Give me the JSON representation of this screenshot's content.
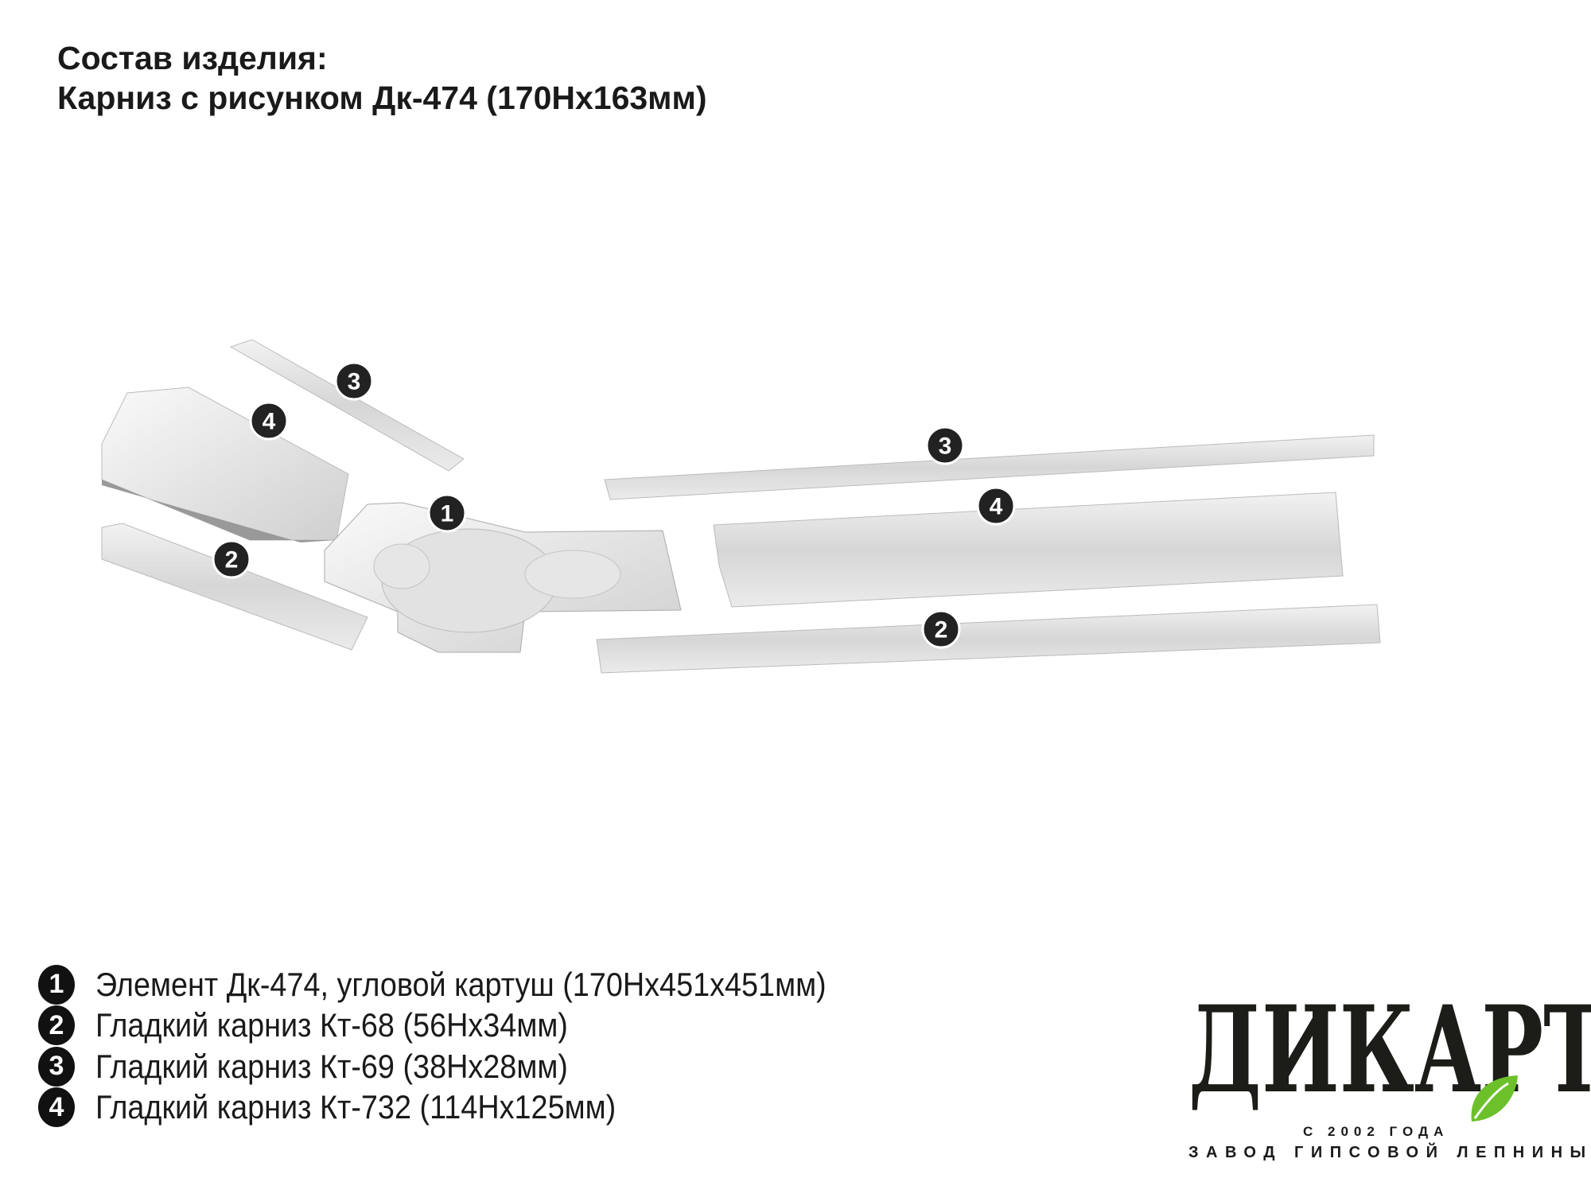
{
  "title": {
    "line1": "Состав изделия:",
    "line2": "Карниз с рисунком Дк-474 (170Нх163мм)"
  },
  "diagram": {
    "badges": {
      "left3": "3",
      "left4": "4",
      "left2": "2",
      "corner1": "1",
      "right3": "3",
      "right4": "4",
      "right2": "2"
    }
  },
  "legend": [
    {
      "num": "1",
      "text": "Элемент Дк-474, угловой картуш (170Нх451х451мм)"
    },
    {
      "num": "2",
      "text": "Гладкий карниз Кт-68 (56Нх34мм)"
    },
    {
      "num": "3",
      "text": "Гладкий карниз Кт-69 (38Нх28мм)"
    },
    {
      "num": "4",
      "text": "Гладкий карниз Кт-732 (114Нх125мм)"
    }
  ],
  "logo": {
    "word": "ДИКАРТ",
    "since": "С 2002 ГОДА",
    "subtitle": "ЗАВОД ГИПСОВОЙ ЛЕПНИНЫ",
    "leaf_color": "#6cc12a"
  }
}
